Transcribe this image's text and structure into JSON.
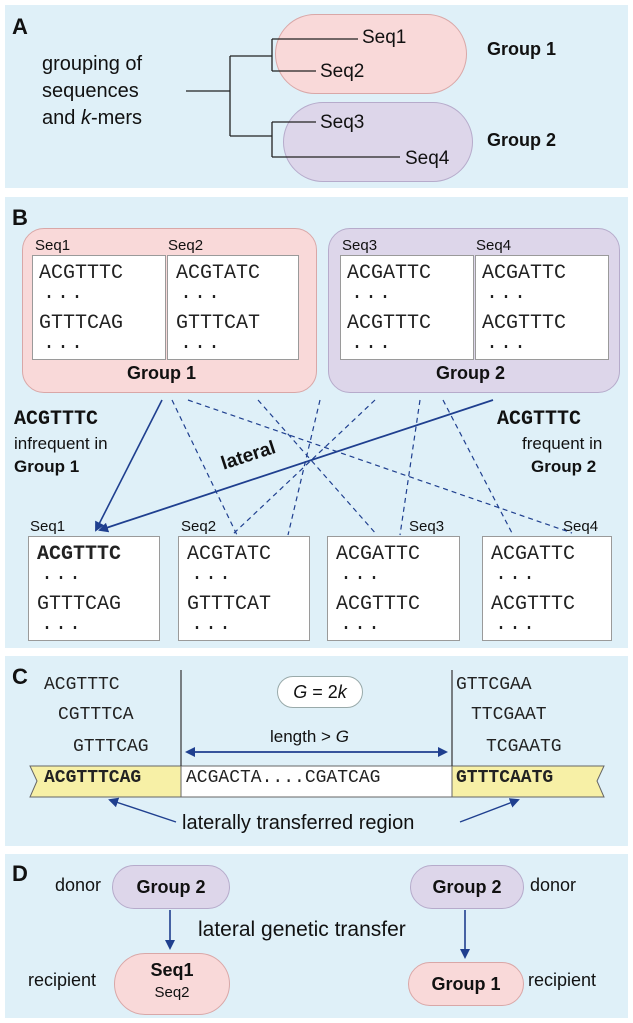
{
  "panel_a": {
    "letter": "A",
    "left_text": [
      "grouping of",
      "sequences",
      "and"
    ],
    "kmers_k": "k",
    "kmers_rest": "-mers",
    "seqs": [
      "Seq1",
      "Seq2",
      "Seq3",
      "Seq4"
    ],
    "group1": "Group 1",
    "group2": "Group 2"
  },
  "panel_b": {
    "letter": "B",
    "group1": "Group 1",
    "group2": "Group 2",
    "top_boxes": [
      {
        "name": "Seq1",
        "k1": "ACGTTTC",
        "k2": "GTTTCAG"
      },
      {
        "name": "Seq2",
        "k1": "ACGTATC",
        "k2": "GTTTCAT"
      },
      {
        "name": "Seq3",
        "k1": "ACGATTC",
        "k2": "ACGTTTC"
      },
      {
        "name": "Seq4",
        "k1": "ACGATTC",
        "k2": "ACGTTTC"
      }
    ],
    "bottom_boxes": [
      {
        "name": "Seq1",
        "k1": "ACGTTTC",
        "k2": "GTTTCAG"
      },
      {
        "name": "Seq2",
        "k1": "ACGTATC",
        "k2": "GTTTCAT"
      },
      {
        "name": "Seq3",
        "k1": "ACGATTC",
        "k2": "ACGTTTC"
      },
      {
        "name": "Seq4",
        "k1": "ACGATTC",
        "k2": "ACGTTTC"
      }
    ],
    "dots": "...",
    "left_kmer": "ACGTTTC",
    "left_note1": "infrequent in",
    "left_note2": "Group 1",
    "right_kmer": "ACGTTTC",
    "right_note1": "frequent in",
    "right_note2": "Group 2",
    "arrow_label": "lateral"
  },
  "panel_c": {
    "letter": "C",
    "left_kmers": [
      "ACGTTTC",
      "CGTTTCA",
      "GTTTCAG"
    ],
    "right_kmers": [
      "GTTCGAA",
      "TTCGAAT",
      "TCGAATG"
    ],
    "g_italic": "G",
    "g_rest": " = 2",
    "g_k": "k",
    "length_label": "length > ",
    "length_g": "G",
    "seq_left": "ACGTTTCAG",
    "seq_mid": "ACGACTA....CGATCAG",
    "seq_right": "GTTTCAATG",
    "region_label": "laterally transferred region"
  },
  "panel_d": {
    "letter": "D",
    "donor_label": "donor",
    "recipient_label": "recipient",
    "left_donor": "Group 2",
    "left_recipient_1": "Seq1",
    "left_recipient_2": "Seq2",
    "middle_label": "lateral genetic transfer",
    "right_donor": "Group 2",
    "right_recipient": "Group 1"
  },
  "colors": {
    "panel_bg": "#dff0f8",
    "group1_fill": "#f9d9d9",
    "group2_fill": "#ddd6ea",
    "arrow": "#1f3f8f",
    "highlight": "#f7f0a6"
  }
}
